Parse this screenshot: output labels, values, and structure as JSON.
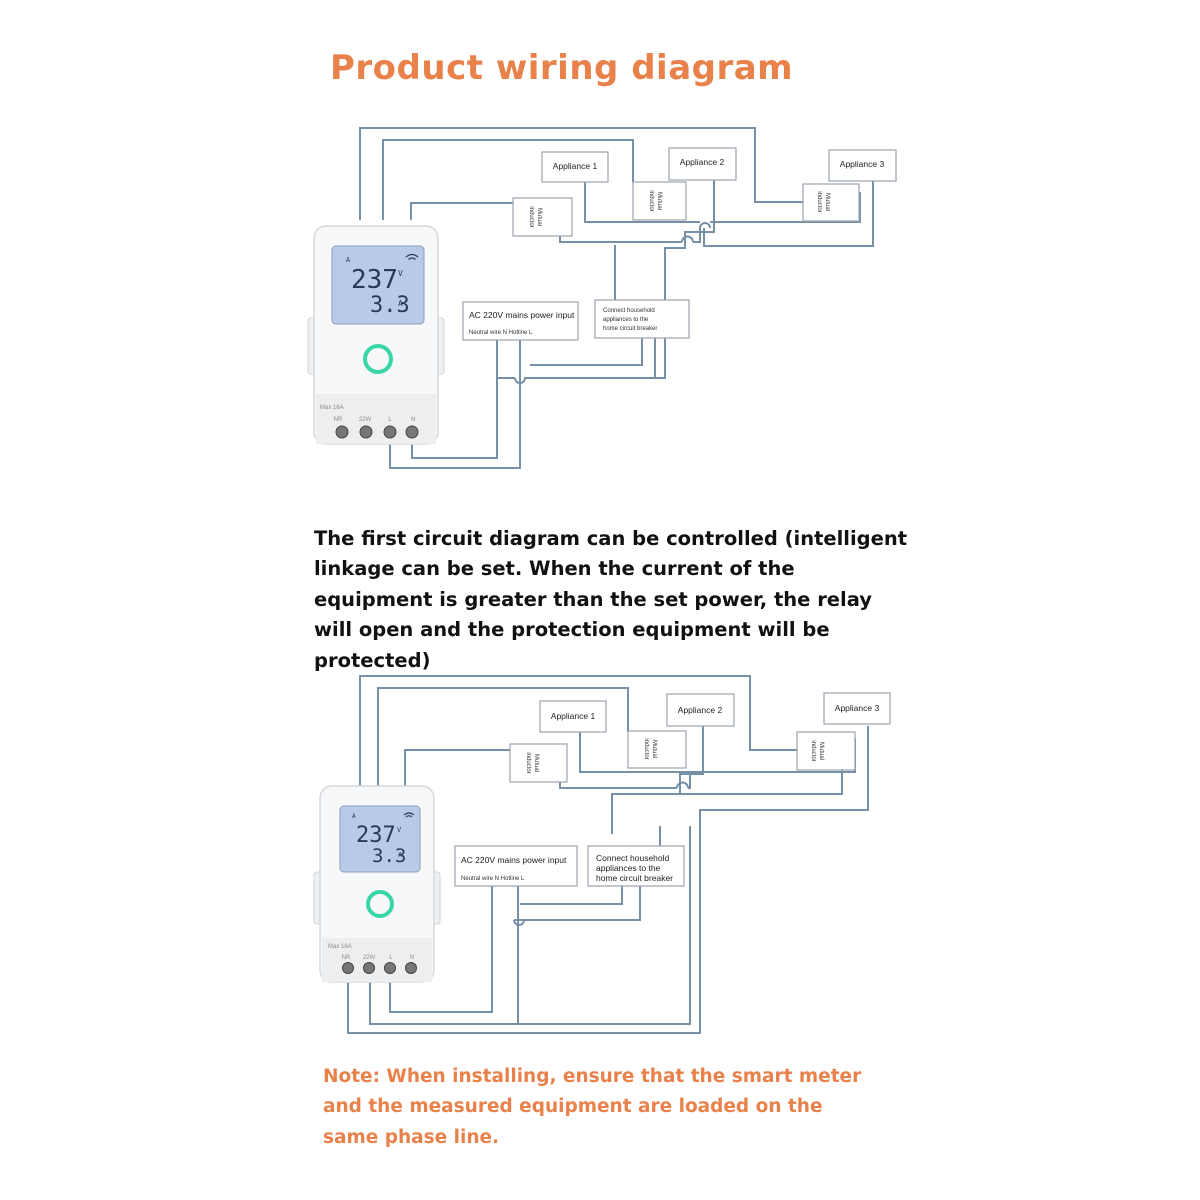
{
  "title": "Product wiring diagram",
  "description": "The first circuit diagram can be controlled (intelligent linkage can be set. When the current of the equipment is greater than the set power, the relay will open and the protection equipment will be protected)",
  "note": "Note: When installing, ensure that the smart meter and the measured equipment are loaded on the same phase line.",
  "colors": {
    "accent": "#e8824a",
    "wire": "#7690a8",
    "ring": "#3ad6a8"
  },
  "labels": {
    "appliance1": "Appliance 1",
    "appliance2": "Appliance 2",
    "appliance3": "Appliance 3",
    "inductor": [
      "Mutual",
      "inductor"
    ],
    "mains": "AC 220V mains power input",
    "mains_sub": "Neutral wire N    Hotline L",
    "household": [
      "Connect household",
      "appliances to the",
      "home circuit breaker"
    ]
  },
  "device": {
    "voltage": "237",
    "voltage_unit": "V",
    "current": "3.3",
    "current_unit": "A",
    "max": "Max 16A",
    "terminals": [
      "NR",
      "22W",
      "L",
      "N"
    ],
    "wifi_icon": "wifi-icon",
    "ring_icon": "status-ring-icon"
  }
}
